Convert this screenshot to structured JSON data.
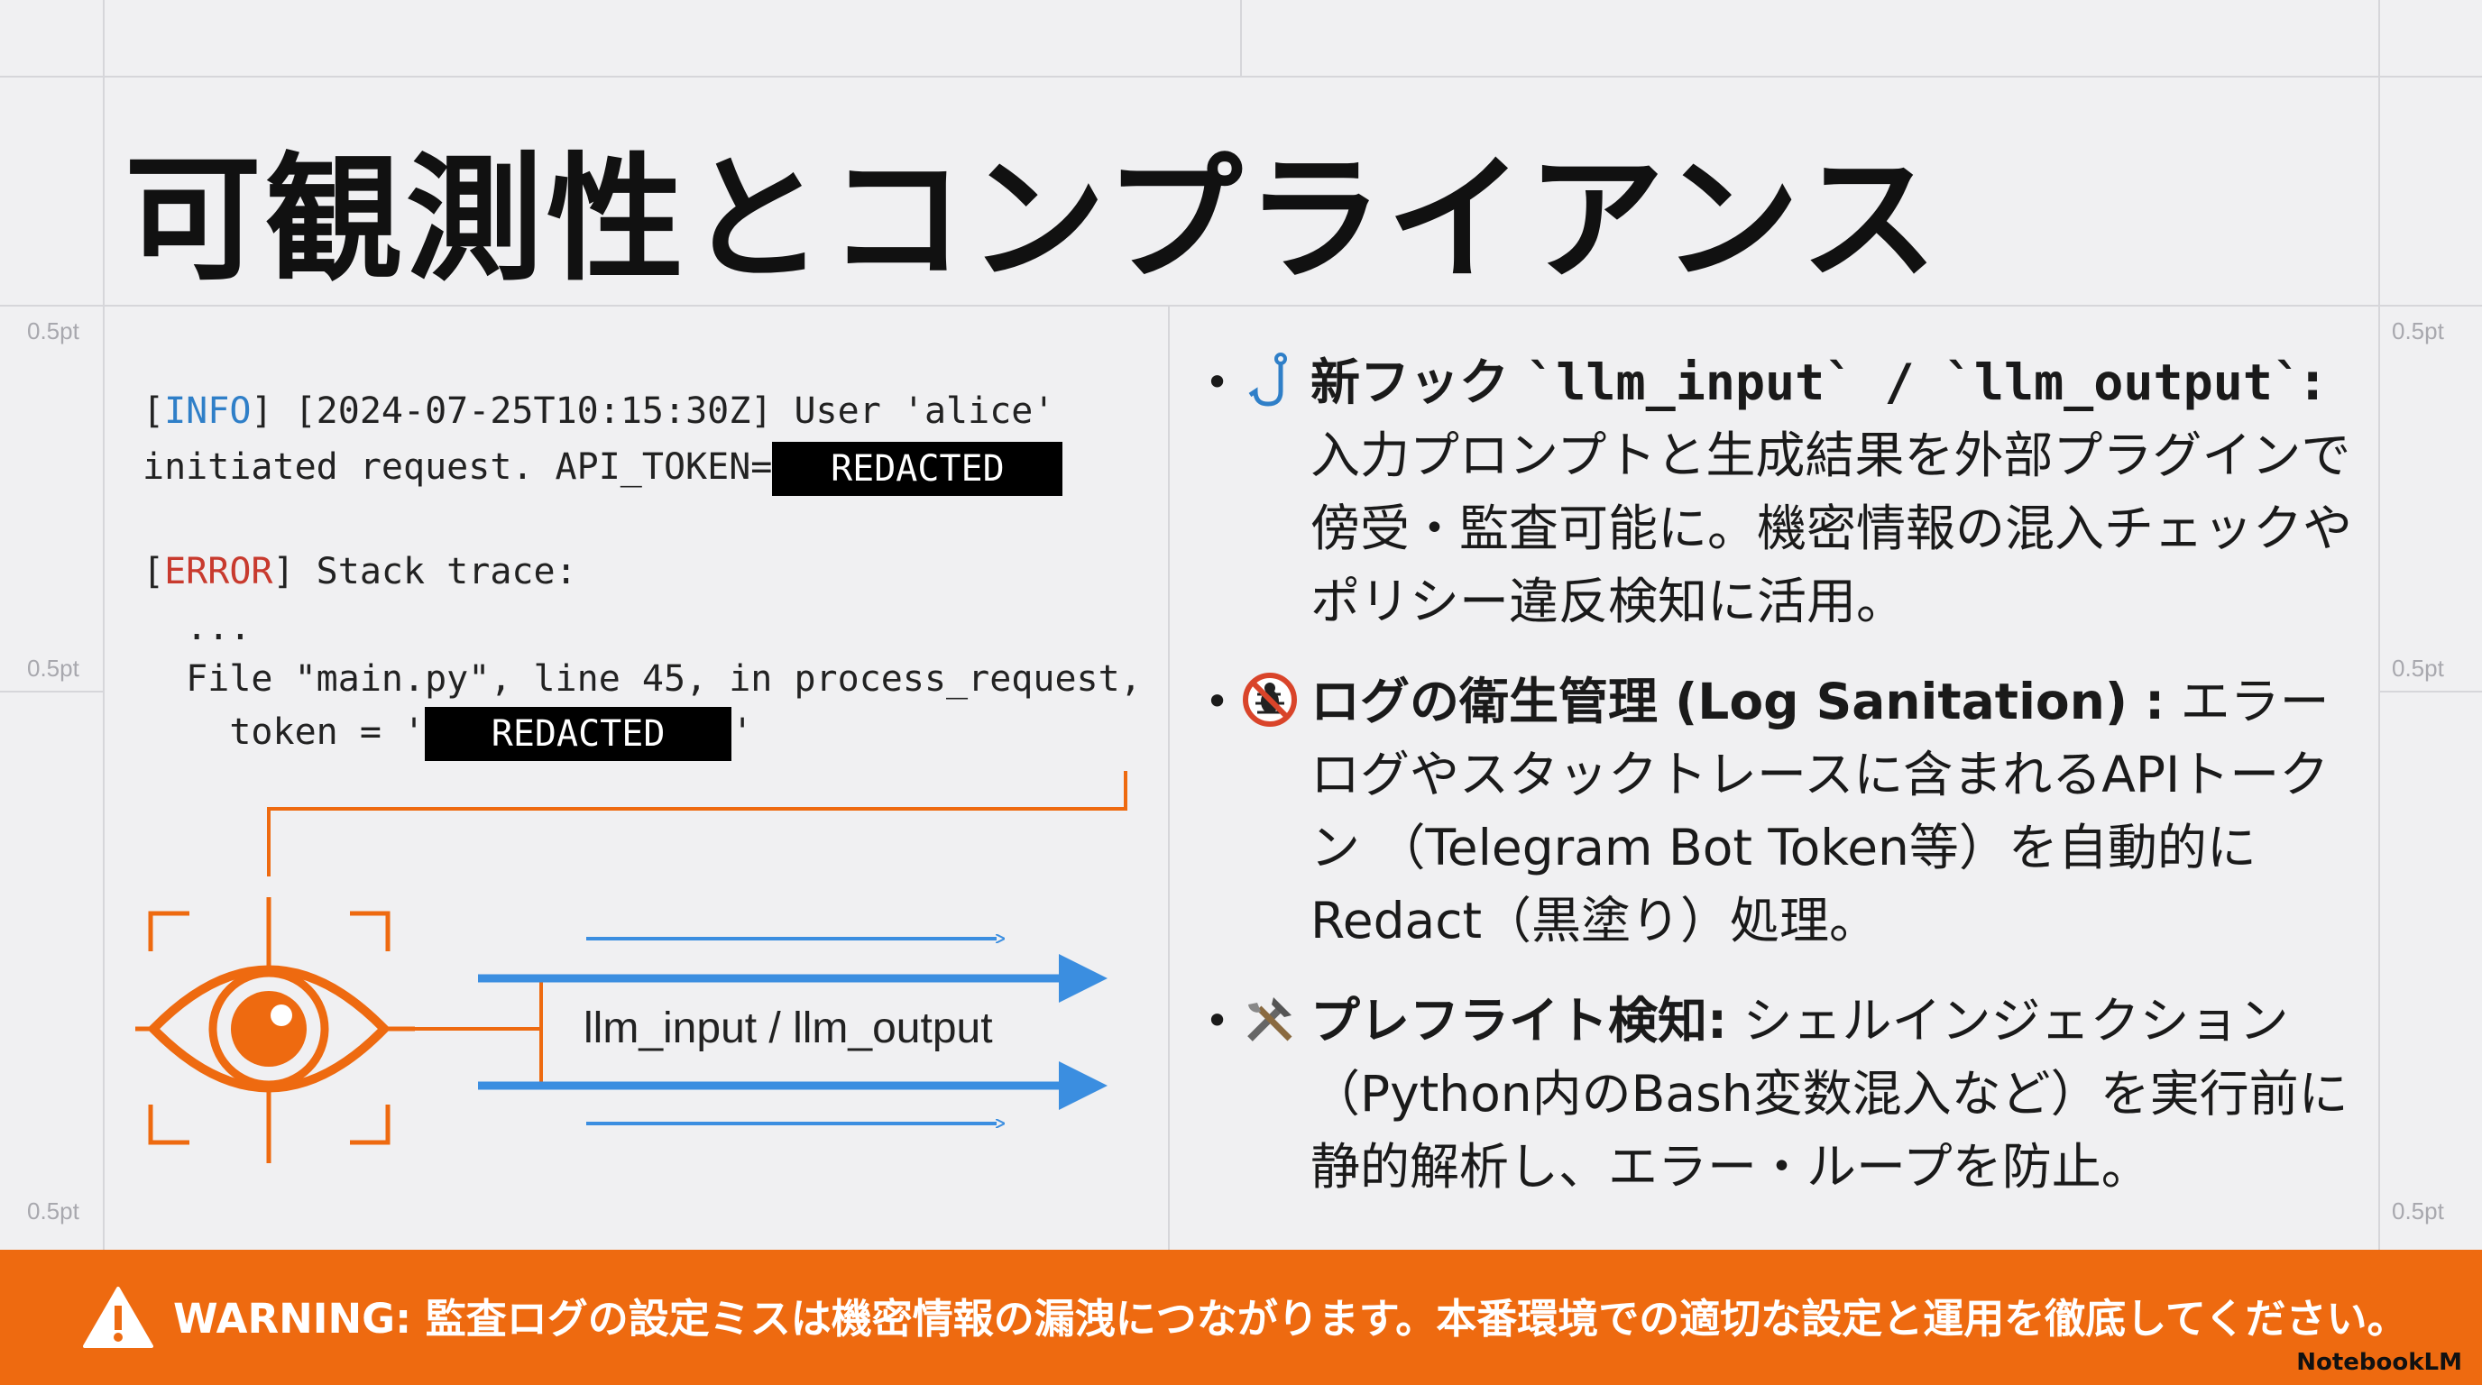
{
  "slide": {
    "title": "可観測性とコンプライアンス",
    "grid_label": "0.5pt"
  },
  "log": {
    "line1_open": "[",
    "line1_level": "INFO",
    "line1_rest": "] [2024-07-25T10:15:30Z] User 'alice'",
    "line2": "initiated request. API_TOKEN=",
    "redacted": "REDACTED",
    "line3_open": "[",
    "line3_level": "ERROR",
    "line3_rest": "] Stack trace:",
    "line4": "  ...",
    "line5": "  File \"main.py\", line 45, in process_request,",
    "line6_pre": "    token = '",
    "line6_post": "'"
  },
  "diagram": {
    "label": "llm_input / llm_output",
    "orange": "#ee6a10",
    "blue": "#3b8ee0"
  },
  "bullets": [
    {
      "icon": "hook-icon",
      "title_a": "新フック ",
      "title_code": "`llm_input` / `llm_output`",
      "title_b": ":",
      "body": " 入力プロンプトと生成結果を外部プラグインで傍受・監査可能に。機密情報の混入チェックやポリシー違反検知に活用。"
    },
    {
      "icon": "no-bug-icon",
      "title": "ログの衛生管理 (Log Sanitation) :",
      "body": " エラーログやスタックトレースに含まれるAPIトークン （Telegram Bot Token等）を自動的にRedact（黒塗り）処理。"
    },
    {
      "icon": "tools-icon",
      "title": "プレフライト検知:",
      "body": " シェルインジェクション（Python内のBash変数混入など）を実行前に静的解析し、エラー・ループを防止。"
    }
  ],
  "banner": {
    "text": "WARNING: 監査ログの設定ミスは機密情報の漏洩につながります。本番環境での適切な設定と運用を徹底してください。",
    "color": "#ee6a10",
    "watermark": "NotebookLM"
  }
}
